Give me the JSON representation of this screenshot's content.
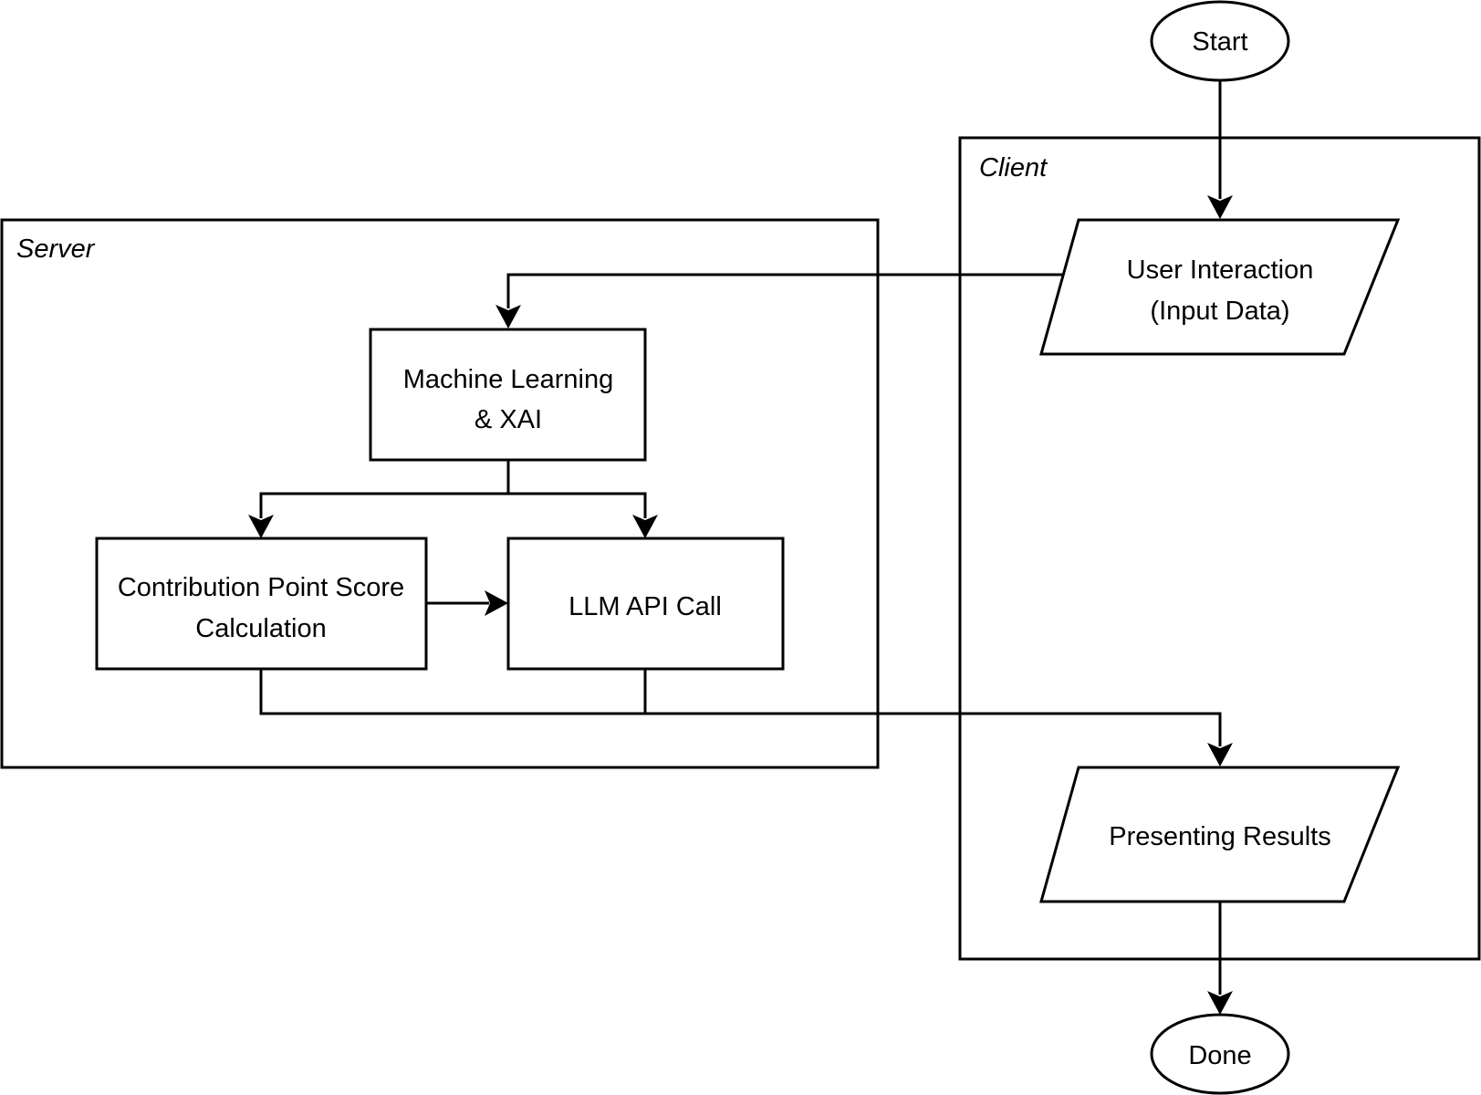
{
  "groups": {
    "server": {
      "label": "Server"
    },
    "client": {
      "label": "Client"
    }
  },
  "nodes": {
    "start": {
      "label": "Start"
    },
    "user_interaction": {
      "line1": "User Interaction",
      "line2": "(Input Data)"
    },
    "ml_xai": {
      "line1": "Machine Learning",
      "line2": "& XAI"
    },
    "contribution": {
      "line1": "Contribution Point Score",
      "line2": "Calculation"
    },
    "llm_api": {
      "label": "LLM API Call"
    },
    "presenting": {
      "label": "Presenting Results"
    },
    "done": {
      "label": "Done"
    }
  },
  "colors": {
    "stroke": "#000000",
    "fill": "#ffffff"
  }
}
